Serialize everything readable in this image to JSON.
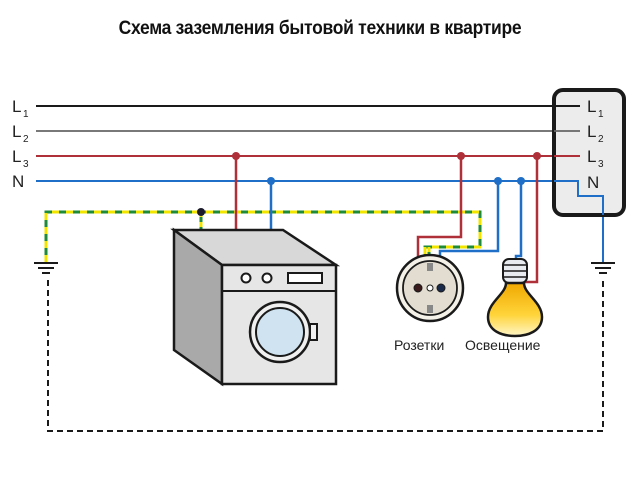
{
  "title": "Схема заземления бытовой техники в квартире",
  "colors": {
    "L1": "#1a1a1a",
    "L2": "#555555",
    "L3": "#b0303a",
    "N": "#1f6fc8",
    "PE_green": "#1e8a3a",
    "PE_yellow": "#f2e600",
    "ground_return": "#1a1a1a",
    "panel_fill": "#ececec",
    "bulb": "#f6c21a"
  },
  "lines": [
    {
      "id": "L1",
      "letter": "L",
      "sub": "1"
    },
    {
      "id": "L2",
      "letter": "L",
      "sub": "2"
    },
    {
      "id": "L3",
      "letter": "L",
      "sub": "3"
    },
    {
      "id": "N",
      "letter": "N",
      "sub": ""
    }
  ],
  "panel": {
    "terminals": [
      {
        "letter": "L",
        "sub": "1"
      },
      {
        "letter": "L",
        "sub": "2"
      },
      {
        "letter": "L",
        "sub": "3"
      },
      {
        "letter": "N",
        "sub": ""
      }
    ]
  },
  "devices": {
    "washing_machine": {
      "label": ""
    },
    "socket": {
      "label": "Розетки"
    },
    "lamp": {
      "label": "Освещение"
    }
  }
}
